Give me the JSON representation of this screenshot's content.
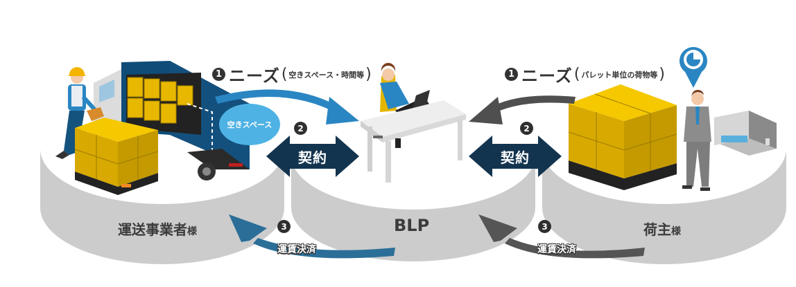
{
  "diagram": {
    "parties": [
      {
        "id": "carrier",
        "name": "運送事業者",
        "honorific": "様"
      },
      {
        "id": "blp",
        "name": "BLP",
        "honorific": ""
      },
      {
        "id": "shipper",
        "name": "荷主",
        "honorific": "様"
      }
    ],
    "steps": {
      "needs_left": {
        "number": "1",
        "title": "ニーズ",
        "open_paren": "(",
        "detail": "空きスペース・時間等",
        "close_paren": ")"
      },
      "needs_right": {
        "number": "1",
        "title": "ニーズ",
        "open_paren": "(",
        "detail": "パレット単位の荷物等",
        "close_paren": ")"
      },
      "contract_left": {
        "number": "2",
        "label": "契約"
      },
      "contract_right": {
        "number": "2",
        "label": "契約"
      },
      "payment_left": {
        "number": "3",
        "label": "運賃決済"
      },
      "payment_right": {
        "number": "3",
        "label": "運賃決済"
      }
    },
    "callout": {
      "label": "空きスペース"
    },
    "colors": {
      "disc": "#cccccc",
      "disc_top": "#ffffff",
      "blue_arrow": "#2a86c2",
      "blue_arrow_dark": "#2b6f99",
      "gray_arrow": "#4f4f4f",
      "contract_arrow": "#13344f",
      "box_yellow": "#e8b800",
      "truck_blue": "#0f4c78",
      "bubble": "#4fb2e4"
    }
  }
}
